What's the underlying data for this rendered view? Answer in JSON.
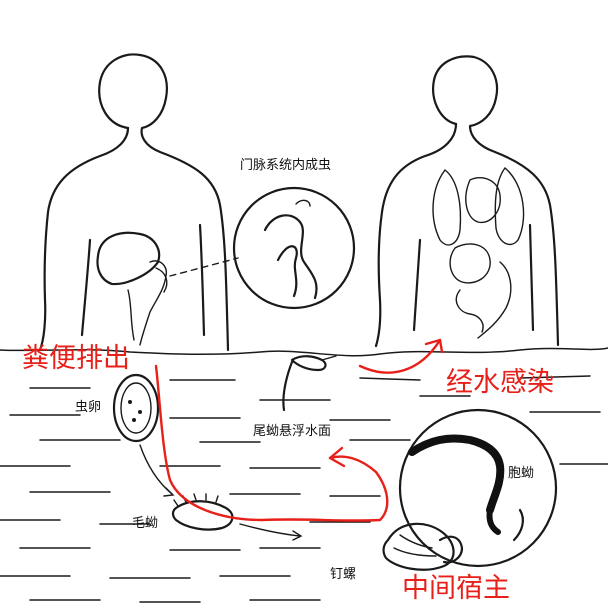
{
  "labels": {
    "adult_in_portal": "门脉系统内成虫",
    "egg": "虫卵",
    "miracidium": "毛蚴",
    "snail": "钉螺",
    "cercaria_floating": "尾蚴悬浮水面",
    "sporocyst": "胞蚴"
  },
  "annotations": {
    "feces_excretion": "粪便排出",
    "water_infection": "经水感染",
    "intermediate_host": "中间宿主"
  },
  "colors": {
    "annotation": "#e8201a",
    "ink": "#1a1a1a"
  }
}
